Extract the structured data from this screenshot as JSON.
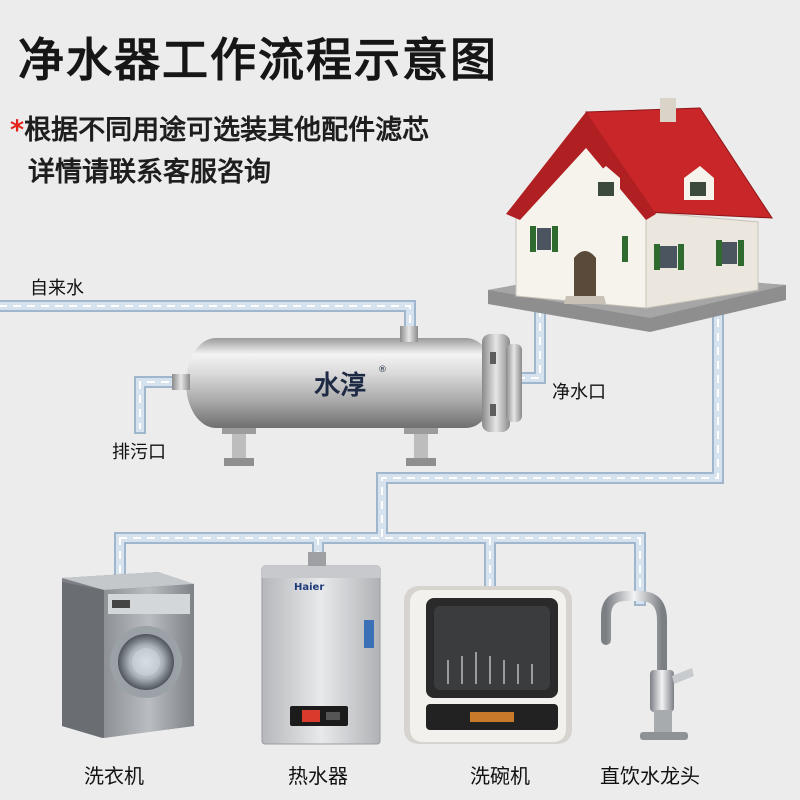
{
  "title": "净水器工作流程示意图",
  "note": {
    "star": "*",
    "line1": "根据不同用途可选装其他配件滤芯",
    "line2": "详情请联系客服咨询"
  },
  "labels": {
    "tap_water": "自来水",
    "drain": "排污口",
    "clean_outlet": "净水口"
  },
  "filter": {
    "brand": "水淳",
    "registered": "®"
  },
  "appliances": {
    "washer": "洗衣机",
    "water_heater": "热水器",
    "dishwasher": "洗碗机",
    "faucet": "直饮水龙头"
  },
  "heater_brand": "Haier",
  "colors": {
    "pipe": "#c9d9ea",
    "pipe_edge": "#9fb6cc",
    "arrow": "#ffffff",
    "roof": "#c9262a",
    "wall": "#f5f2ec",
    "shutter": "#2f6b2f"
  }
}
